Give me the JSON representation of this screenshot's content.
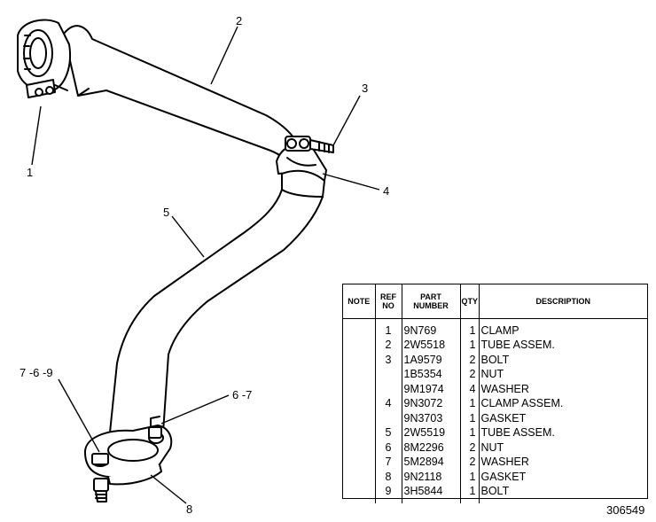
{
  "callouts": {
    "c1": "1",
    "c2": "2",
    "c3": "3",
    "c4": "4",
    "c5": "5",
    "c6_7": "6 -7",
    "c7_6_9": "7 -6 -9",
    "c8": "8"
  },
  "table": {
    "headers": {
      "note": "NOTE",
      "ref_no": [
        "REF",
        "NO"
      ],
      "part_number": [
        "PART",
        "NUMBER"
      ],
      "qty": "QTY",
      "description": "DESCRIPTION"
    },
    "rows": [
      {
        "note": "",
        "ref": "1",
        "part": "9N769",
        "qty": "1",
        "desc": "CLAMP"
      },
      {
        "note": "",
        "ref": "2",
        "part": "2W5518",
        "qty": "1",
        "desc": "TUBE ASSEM."
      },
      {
        "note": "",
        "ref": "3",
        "part": "1A9579",
        "qty": "2",
        "desc": "BOLT"
      },
      {
        "note": "",
        "ref": "",
        "part": "1B5354",
        "qty": "2",
        "desc": "NUT"
      },
      {
        "note": "",
        "ref": "",
        "part": "9M1974",
        "qty": "4",
        "desc": "WASHER"
      },
      {
        "note": "",
        "ref": "4",
        "part": "9N3072",
        "qty": "1",
        "desc": "CLAMP ASSEM."
      },
      {
        "note": "",
        "ref": "",
        "part": "9N3703",
        "qty": "1",
        "desc": "GASKET"
      },
      {
        "note": "",
        "ref": "5",
        "part": "2W5519",
        "qty": "1",
        "desc": "TUBE ASSEM."
      },
      {
        "note": "",
        "ref": "6",
        "part": "8M2296",
        "qty": "2",
        "desc": "NUT"
      },
      {
        "note": "",
        "ref": "7",
        "part": "5M2894",
        "qty": "2",
        "desc": "WASHER"
      },
      {
        "note": "",
        "ref": "8",
        "part": "9N2118",
        "qty": "1",
        "desc": "GASKET"
      },
      {
        "note": "",
        "ref": "9",
        "part": "3H5844",
        "qty": "1",
        "desc": "BOLT"
      }
    ]
  },
  "figure_number": "306549"
}
